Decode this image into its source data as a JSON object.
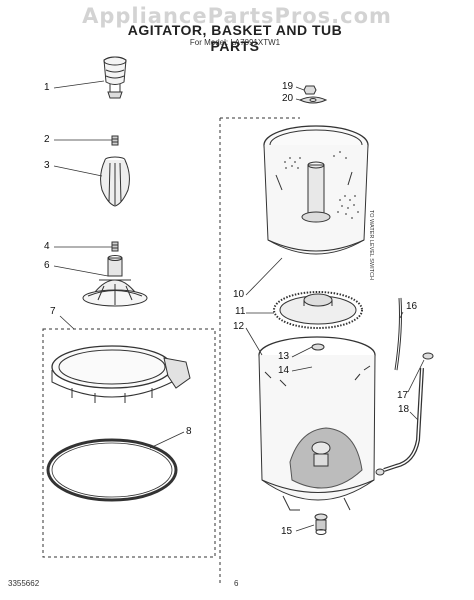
{
  "watermark": "AppliancePartsPros.com",
  "title": "AGITATOR, BASKET AND TUB PARTS",
  "subtitle": "For Model: LA7091XTW1",
  "water_level_label": "TO WATER LEVEL SWITCH",
  "footer": {
    "code": "3355662",
    "page": "6"
  },
  "callouts": {
    "c1": "1",
    "c2": "2",
    "c3": "3",
    "c4": "4",
    "c6": "6",
    "c7": "7",
    "c8": "8",
    "c10": "10",
    "c11": "11",
    "c12": "12",
    "c13": "13",
    "c14": "14",
    "c15": "15",
    "c16": "16",
    "c17": "17",
    "c18": "18",
    "c19": "19",
    "c20": "20"
  },
  "colors": {
    "line": "#333333",
    "hatch": "#8a8a8a",
    "watermark": "#b0b0b0"
  }
}
